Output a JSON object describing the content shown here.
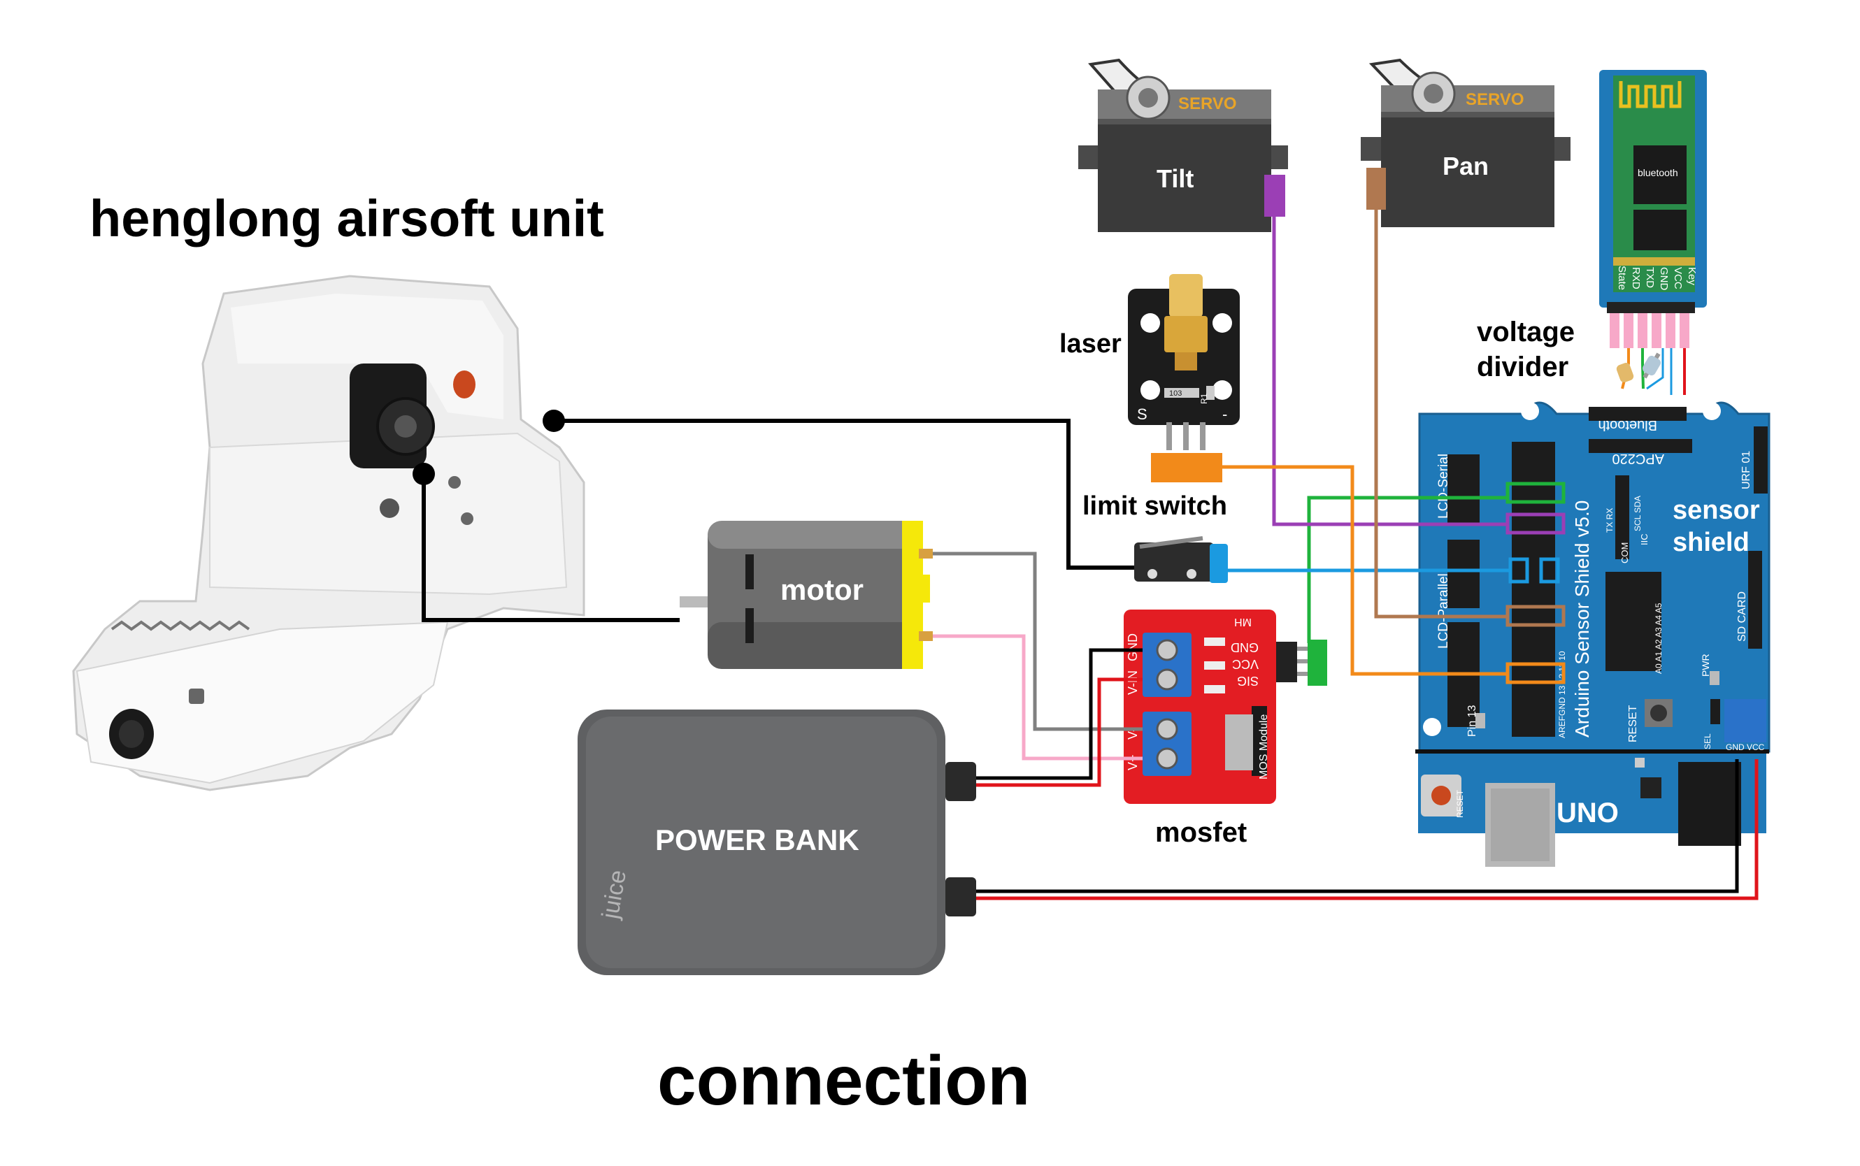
{
  "labels": {
    "airsoft_unit": "henglong airsoft unit",
    "motor": "motor",
    "power_bank": "POWER BANK",
    "power_bank_brand": "juice",
    "mosfet": "mosfet",
    "limit_switch": "limit switch",
    "laser": "laser",
    "servo_tilt": "Tilt",
    "servo_pan": "Pan",
    "servo_brand": "SERVO",
    "bluetooth": "bluetooth",
    "voltage_divider": [
      "voltage",
      "divider"
    ],
    "sensor_shield": [
      "sensor",
      "shield"
    ],
    "uno": "UNO",
    "caption": "connection"
  },
  "board_text": {
    "shield_name": "Arduino Sensor Shield v5.0",
    "bluetooth_header": "Bluetooth",
    "apc220": "APC220",
    "lcd_serial": "LCD-Serial",
    "lcd_parallel": "LCD-Parallel",
    "sd_card": "SD CARD",
    "urf01": "URF 01",
    "pin13": "Pin 13",
    "reset": "RESET",
    "pwr": "PWR",
    "aref_gnd": "AREFGND 13 12 11 10",
    "gnd_vcc": "GND VCC",
    "sel": "SEL",
    "iic": "IIC",
    "com": "COM",
    "tx_rx": "TX RX",
    "scl_sda": "SCL SDA",
    "analog": "A0 A1 A2 A3 A4 A5",
    "uno_reset": "RESET"
  },
  "bt_pins": [
    "State",
    "RXD",
    "TXD",
    "GND",
    "VCC",
    "Key"
  ],
  "laser_pins": [
    "S",
    "-"
  ],
  "laser_parts": [
    "103",
    "R1"
  ],
  "mosfet_pins": [
    "GND",
    "VCC",
    "SIG"
  ],
  "mosfet_terms": [
    "GND",
    "V-IN",
    "V-",
    "V+"
  ],
  "mosfet_module": "MOS Module",
  "mosfet_brand": "MH",
  "wire_colors": {
    "black": "#000000",
    "red": "#e0141b",
    "gray": "#808080",
    "pink": "#f7a8c8",
    "green": "#1fb33c",
    "purple": "#9b3fb5",
    "blue": "#1b9ae0",
    "brown": "#b07850",
    "orange": "#f28a1a",
    "board_blue": "#1f79b8"
  },
  "icons": [
    "airsoft-gearbox-icon",
    "dc-motor-icon",
    "power-bank-icon",
    "servo-icon",
    "bluetooth-module-icon",
    "laser-module-icon",
    "limit-switch-icon",
    "mosfet-module-icon",
    "arduino-board-icon"
  ]
}
